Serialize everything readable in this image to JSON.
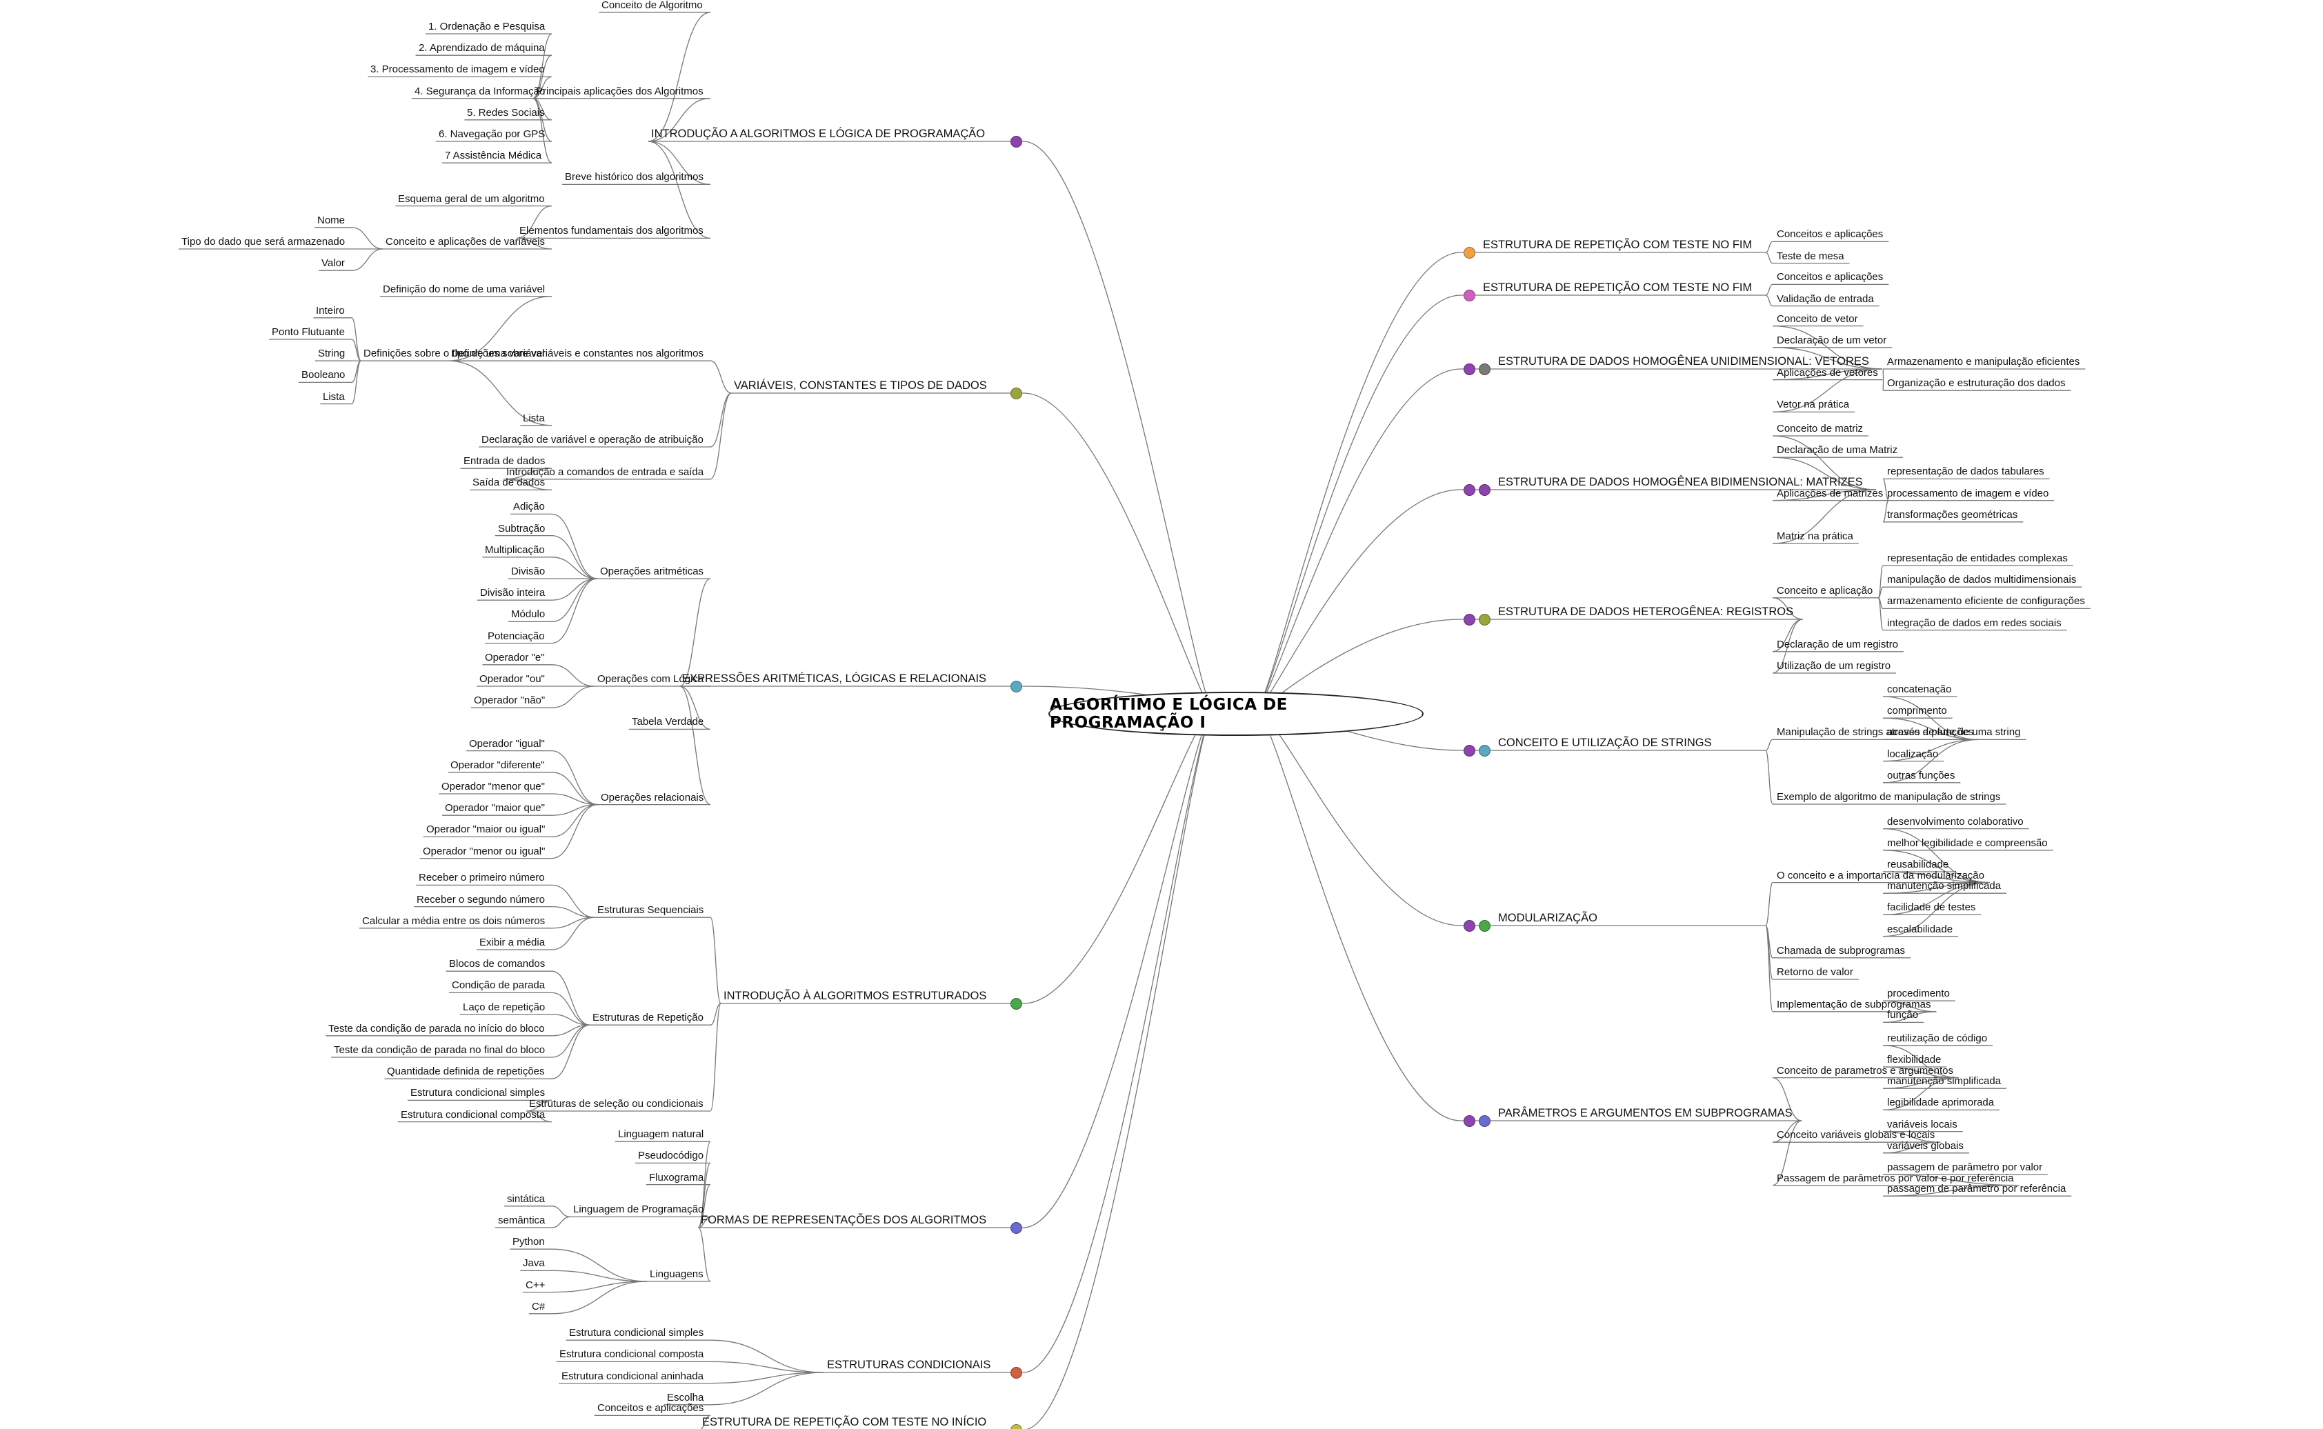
{
  "central": "ALGORÍTIMO E LÓGICA DE PROGRAMAÇÃO I",
  "colors": {
    "line": "#777777",
    "icons": [
      "#8e44ad",
      "#9aa53c",
      "#5aa9c0",
      "#4aa84a",
      "#6a6ad0",
      "#d06040",
      "#c0c040",
      "#f0a040",
      "#d060c0",
      "#7a7a7a",
      "#a0a0a0",
      "#8ab040",
      "#60a0c0",
      "#4aa84a",
      "#6060c8"
    ]
  },
  "left": [
    {
      "label": "INTRODUÇÃO A ALGORITMOS  E LÓGICA DE PROGRAMAÇÃO",
      "icon": "purple-topic-icon",
      "children": [
        {
          "label": "Conceito de Algoritmo"
        },
        {
          "label": "Principais aplicações dos Algoritmos",
          "children": [
            {
              "label": "1. Ordenação e Pesquisa"
            },
            {
              "label": "2. Aprendizado de máquina"
            },
            {
              "label": "3. Processamento de imagem e vídeo"
            },
            {
              "label": "4. Segurança da Informação"
            },
            {
              "label": "5. Redes Sociais"
            },
            {
              "label": "6. Navegação por GPS"
            },
            {
              "label": "7  Assistência Médica"
            }
          ]
        },
        {
          "label": "Breve histórico dos algoritmos"
        },
        {
          "label": "Elementos fundamentais dos algoritmos",
          "children": [
            {
              "label": "Esquema geral de um algoritmo"
            },
            {
              "label": "Conceito e aplicações de variáveis",
              "children": [
                {
                  "label": "Nome"
                },
                {
                  "label": "Tipo do dado que será armazenado"
                },
                {
                  "label": "Valor"
                }
              ]
            }
          ]
        }
      ]
    },
    {
      "label": "VARIÁVEIS, CONSTANTES  E TIPOS DE DADOS",
      "icon": "olive-topic-icon",
      "children": [
        {
          "label": "Definições sobre variáveis e constantes nos algoritmos",
          "children": [
            {
              "label": "Definição do nome de uma variável"
            },
            {
              "label": "Definições sobre o tipo de uma variável",
              "children": [
                {
                  "label": "Inteiro"
                },
                {
                  "label": "Ponto Flutuante"
                },
                {
                  "label": "String"
                },
                {
                  "label": "Booleano"
                },
                {
                  "label": "Lista"
                }
              ]
            },
            {
              "label": "Lista"
            }
          ]
        },
        {
          "label": "Declaração de variável e operação de atribuição"
        },
        {
          "label": "Introdução a comandos de entrada e saída",
          "children": [
            {
              "label": "Entrada de dados"
            },
            {
              "label": "Saída de dados"
            }
          ]
        }
      ]
    },
    {
      "label": "EXPRESSÕES ARITMÉTICAS,  LÓGICAS E RELACIONAIS",
      "icon": "teal-topic-icon",
      "children": [
        {
          "label": "Operações aritméticas",
          "children": [
            {
              "label": "Adição"
            },
            {
              "label": "Subtração"
            },
            {
              "label": "Multiplicação"
            },
            {
              "label": "Divisão"
            },
            {
              "label": "Divisão inteira"
            },
            {
              "label": "Módulo"
            },
            {
              "label": "Potenciação"
            }
          ]
        },
        {
          "label": "Operações com Lógica",
          "children": [
            {
              "label": "Operador \"e\""
            },
            {
              "label": "Operador \"ou\""
            },
            {
              "label": "Operador \"não\""
            }
          ]
        },
        {
          "label": "Tabela Verdade"
        },
        {
          "label": "Operações relacionais",
          "children": [
            {
              "label": "Operador \"igual\""
            },
            {
              "label": "Operador \"diferente\""
            },
            {
              "label": "Operador \"menor que\""
            },
            {
              "label": "Operador \"maior que\""
            },
            {
              "label": "Operador \"maior ou igual\""
            },
            {
              "label": "Operador \"menor ou igual\""
            }
          ]
        }
      ]
    },
    {
      "label": "INTRODUÇÃO À ALGORITMOS  ESTRUTURADOS",
      "icon": "green-topic-icon",
      "children": [
        {
          "label": "Estruturas Sequenciais",
          "children": [
            {
              "label": "Receber o primeiro número"
            },
            {
              "label": "Receber o segundo número"
            },
            {
              "label": "Calcular a média entre os dois números"
            },
            {
              "label": "Exibir a média"
            }
          ]
        },
        {
          "label": "Estruturas de Repetição",
          "children": [
            {
              "label": "Blocos de comandos"
            },
            {
              "label": "Condição de parada"
            },
            {
              "label": "Laço de repetição"
            },
            {
              "label": "Teste da condição de parada no início do bloco"
            },
            {
              "label": "Teste da condição de parada no final do bloco"
            },
            {
              "label": "Quantidade definida de repetições"
            }
          ]
        },
        {
          "label": "Estruturas de seleção ou condicionais",
          "children": [
            {
              "label": "Estrutura condicional simples"
            },
            {
              "label": "Estrutura condicional composta"
            }
          ]
        }
      ]
    },
    {
      "label": "FORMAS DE REPRESENTAÇÕES  DOS ALGORITMOS",
      "icon": "blue-topic-icon",
      "children": [
        {
          "label": "Linguagem natural"
        },
        {
          "label": "Pseudocódigo"
        },
        {
          "label": "Fluxograma"
        },
        {
          "label": "Linguagem de Programação",
          "children": [
            {
              "label": "sintática"
            },
            {
              "label": "semântica"
            }
          ]
        },
        {
          "label": "Linguagens",
          "children": [
            {
              "label": "Python"
            },
            {
              "label": "Java"
            },
            {
              "label": "C++"
            },
            {
              "label": "C#"
            }
          ]
        }
      ]
    },
    {
      "label": "ESTRUTURAS CONDICIONAIS",
      "icon": "red-topic-icon",
      "children": [
        {
          "label": "Estrutura condicional simples"
        },
        {
          "label": "Estrutura condicional composta"
        },
        {
          "label": "Estrutura condicional aninhada"
        },
        {
          "label": "Escolha"
        }
      ]
    },
    {
      "label": "ESTRUTURA DE REPETIÇÃO  COM TESTE NO INÍCIO",
      "icon": "yellow-topic-icon",
      "children": [
        {
          "label": "Conceitos e aplicações"
        }
      ]
    }
  ],
  "right": [
    {
      "label": "ESTRUTURA DE REPETIÇÃO  COM TESTE NO FIM",
      "icons": [
        "orange-topic-icon"
      ],
      "children": [
        {
          "label": "Conceitos e aplicações"
        },
        {
          "label": "Teste de mesa"
        }
      ]
    },
    {
      "label": "ESTRUTURA DE REPETIÇÃO  COM TESTE NO FIM",
      "icons": [
        "pink-topic-icon"
      ],
      "children": [
        {
          "label": "Conceitos e aplicações"
        },
        {
          "label": "Validação de entrada"
        }
      ]
    },
    {
      "label": "ESTRUTURA DE  DADOS HOMOGÊNEA  UNIDIMENSIONAL: VETORES",
      "icons": [
        "purple-topic-icon",
        "gray-topic-icon"
      ],
      "children": [
        {
          "label": "Conceito de vetor"
        },
        {
          "label": "Declaração de um vetor"
        },
        {
          "label": "Aplicações de vetores",
          "children": [
            {
              "label": "Armazenamento e manipulação eficientes"
            },
            {
              "label": "Organização e estruturação dos dados"
            }
          ]
        },
        {
          "label": "Vetor na prática"
        }
      ]
    },
    {
      "label": "ESTRUTURA DE DADOS  HOMOGÊNEA BIDIMENSIONAL:  MATRIZES",
      "icons": [
        "purple-topic-icon",
        "purple-topic-icon"
      ],
      "children": [
        {
          "label": "Conceito de matriz"
        },
        {
          "label": "Declaração de uma Matriz"
        },
        {
          "label": "Aplicações de matrizes",
          "children": [
            {
              "label": "representação de dados tabulares"
            },
            {
              "label": "processamento de imagem e vídeo"
            },
            {
              "label": "transformações geométricas"
            }
          ]
        },
        {
          "label": "Matriz na prática"
        }
      ]
    },
    {
      "label": "ESTRUTURA DE DADOS  HETEROGÊNEA: REGISTROS",
      "icons": [
        "purple-topic-icon",
        "olive-topic-icon"
      ],
      "children": [
        {
          "label": "Conceito e aplicação",
          "children": [
            {
              "label": "representação de entidades complexas"
            },
            {
              "label": "manipulação de dados multidimensionais"
            },
            {
              "label": "armazenamento eficiente de configurações"
            },
            {
              "label": "integração de dados em redes sociais"
            }
          ]
        },
        {
          "label": "Declaração de um registro"
        },
        {
          "label": "Utilização de um registro"
        }
      ]
    },
    {
      "label": "CONCEITO E UTILIZAÇÃO  DE STRINGS",
      "icons": [
        "purple-topic-icon",
        "teal-topic-icon"
      ],
      "children": [
        {
          "label": "Manipulação de strings através de funções",
          "children": [
            {
              "label": "concatenação"
            },
            {
              "label": "comprimento"
            },
            {
              "label": "acesso a parte de uma string"
            },
            {
              "label": "localização"
            },
            {
              "label": "outras funções"
            }
          ]
        },
        {
          "label": "Exemplo de algoritmo de manipulação de strings"
        }
      ]
    },
    {
      "label": "MODULARIZAÇÃO",
      "icons": [
        "purple-topic-icon",
        "green-topic-icon"
      ],
      "children": [
        {
          "label": "O conceito e a importancia da modularização",
          "children": [
            {
              "label": "desenvolvimento colaborativo"
            },
            {
              "label": "melhor legibilidade e compreensão"
            },
            {
              "label": "reusabilidade"
            },
            {
              "label": "manutenção simplificada"
            },
            {
              "label": "facilidade de testes"
            },
            {
              "label": "escalabilidade"
            }
          ]
        },
        {
          "label": "Chamada de subprogramas"
        },
        {
          "label": "Retorno de valor"
        },
        {
          "label": "Implementação de subprogramas",
          "children": [
            {
              "label": "procedimento"
            },
            {
              "label": "função"
            }
          ]
        }
      ]
    },
    {
      "label": "PARÂMETROS E ARGUMENTOS  EM SUBPROGRAMAS",
      "icons": [
        "purple-topic-icon",
        "blue-topic-icon"
      ],
      "children": [
        {
          "label": "Conceito de parametros e argumentos",
          "children": [
            {
              "label": "reutilização de código"
            },
            {
              "label": "flexibilidade"
            },
            {
              "label": "manutenção simplificada"
            },
            {
              "label": "legibilidade aprimorada"
            }
          ]
        },
        {
          "label": "Conceito variáveis globais e locais",
          "children": [
            {
              "label": "variáveis locais"
            },
            {
              "label": "variáveis globais"
            }
          ]
        },
        {
          "label": "Passagem de parâmetros por valor e por referência",
          "children": [
            {
              "label": "passagem de parâmetro por valor"
            },
            {
              "label": "passagem de parâmetro por referência"
            }
          ]
        }
      ]
    }
  ]
}
